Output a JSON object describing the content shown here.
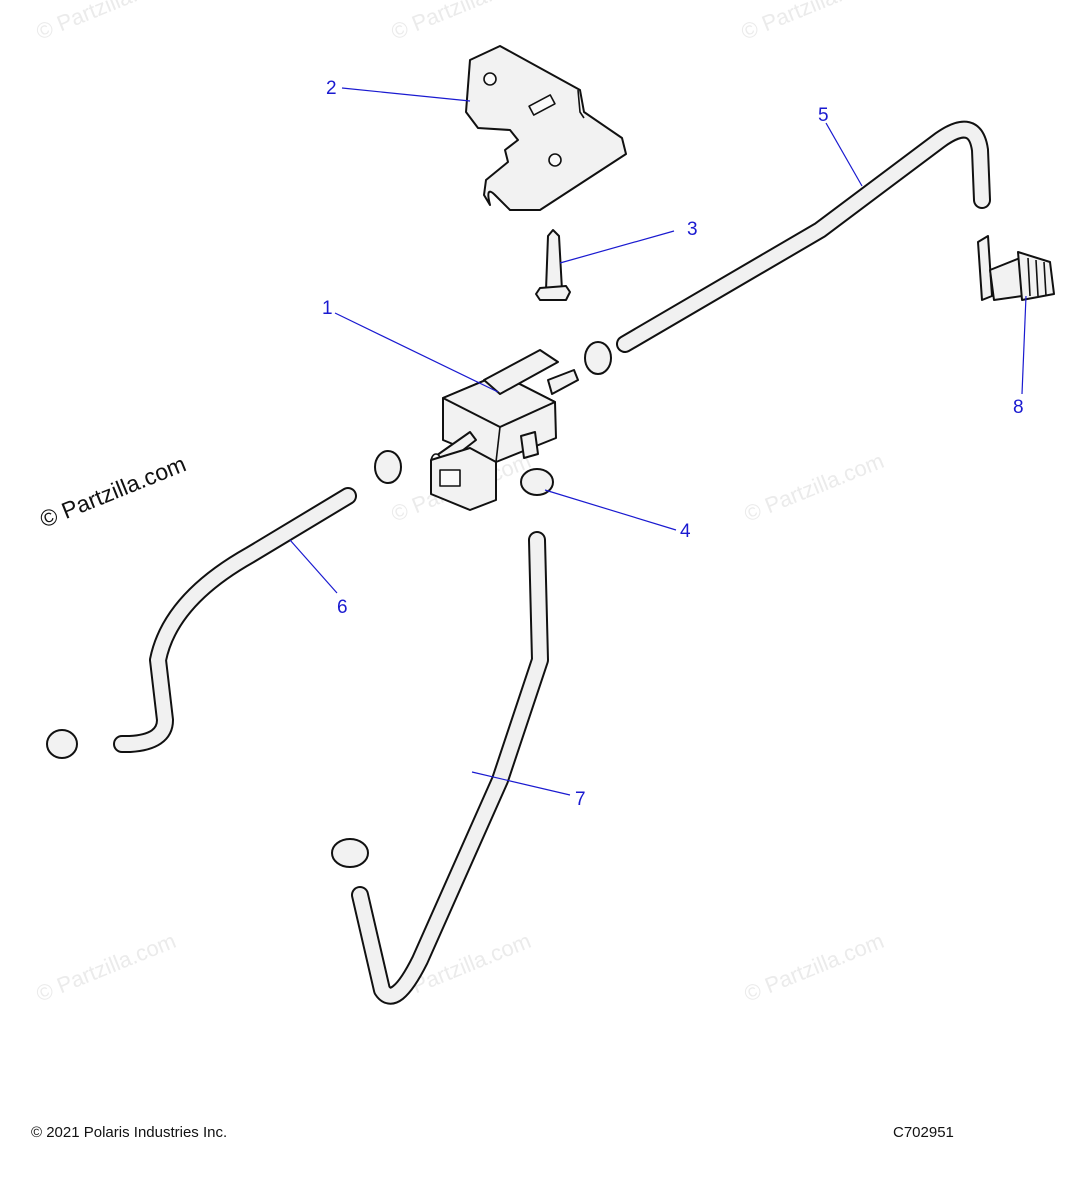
{
  "diagram": {
    "callouts": [
      {
        "number": "1"
      },
      {
        "number": "2"
      },
      {
        "number": "3"
      },
      {
        "number": "4"
      },
      {
        "number": "5"
      },
      {
        "number": "6"
      },
      {
        "number": "7"
      },
      {
        "number": "8"
      }
    ],
    "watermark_text": "© Partzilla.com",
    "watermark_color": "#ebebeb",
    "callout_color": "#1a1ad0"
  },
  "footer": {
    "copyright": "© 2021 Polaris Industries Inc.",
    "drawing_number": "C702951"
  }
}
